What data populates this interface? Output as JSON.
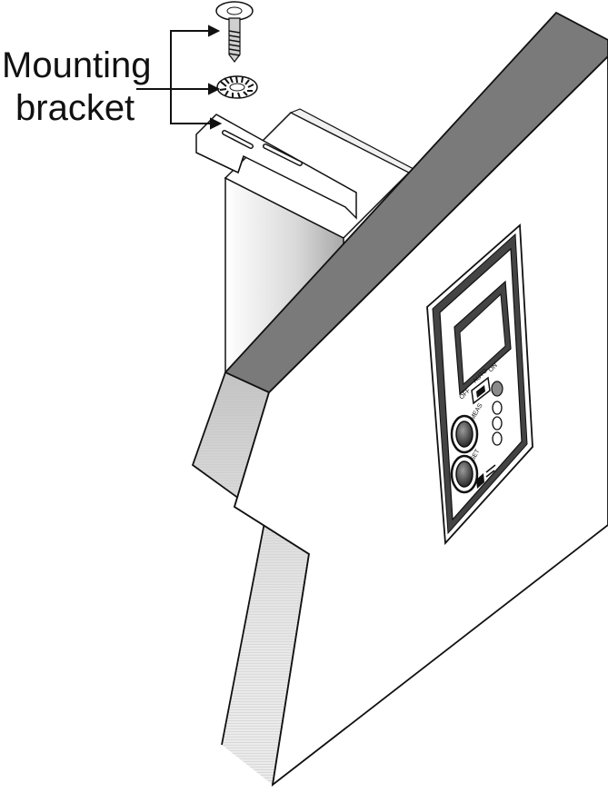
{
  "callout": {
    "line1": "Mounting",
    "line2": "bracket"
  },
  "panel": {
    "off_label": "OFF",
    "auto_label": "AUTO",
    "on_label": "ON",
    "meas_label": "MEAS",
    "set_label": "SET",
    "indicator_leds": 4
  },
  "colors": {
    "wall_top": "#7a7a7a",
    "outline": "#111111",
    "background": "#ffffff"
  }
}
